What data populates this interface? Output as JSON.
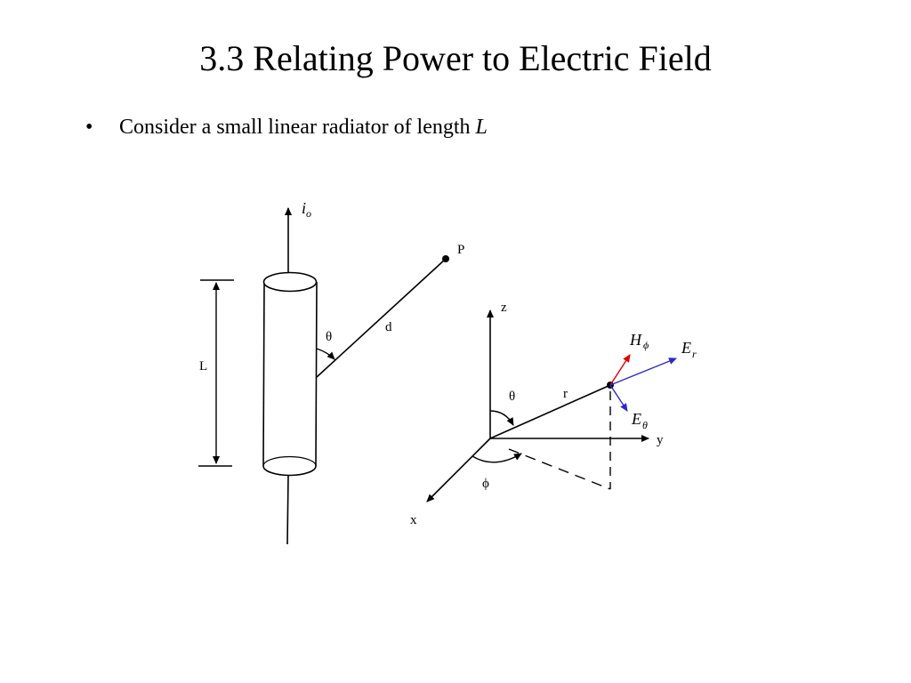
{
  "slide": {
    "title": "3.3 Relating Power to Electric Field",
    "bullet": {
      "text": "Consider a small linear radiator of length ",
      "emphasis": "L"
    }
  },
  "figure": {
    "left": {
      "current_label": "i",
      "current_sub": "o",
      "length_label": "L",
      "point_label": "P",
      "angle_label": "θ",
      "distance_label": "d"
    },
    "right": {
      "z_label": "z",
      "y_label": "y",
      "x_label": "x",
      "theta_label": "θ",
      "phi_label": "ϕ",
      "r_label": "r",
      "h_label": "H",
      "h_sub": "ϕ",
      "er_label": "E",
      "er_sub": "r",
      "etheta_label": "E",
      "etheta_sub": "θ"
    },
    "colors": {
      "h_vector": "#e00000",
      "e_vector": "#2a2ac8",
      "line": "#000000"
    }
  }
}
